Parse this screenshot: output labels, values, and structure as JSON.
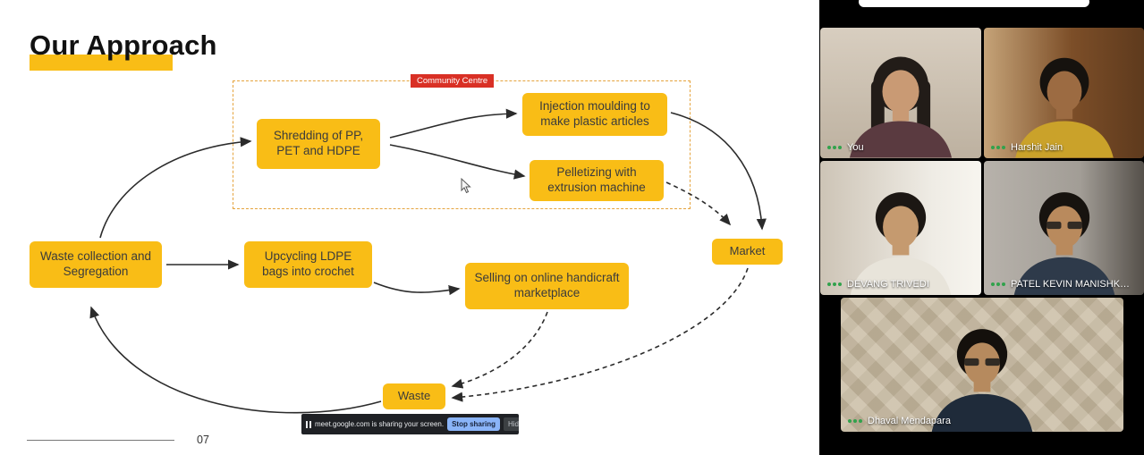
{
  "slide": {
    "title": "Our Approach",
    "page_number": "07",
    "community_label": "Community Centre",
    "nodes": [
      {
        "label": "Waste collection and Segregation"
      },
      {
        "label": "Shredding of PP, PET and HDPE"
      },
      {
        "label": "Injection moulding to make plastic articles"
      },
      {
        "label": "Pelletizing with extrusion machine"
      },
      {
        "label": "Upcycling LDPE bags into crochet"
      },
      {
        "label": "Selling on online handicraft marketplace"
      },
      {
        "label": "Market"
      },
      {
        "label": "Waste"
      }
    ],
    "colors": {
      "node_fill": "#F9BD16",
      "title_highlight": "#F9BD16",
      "community_label_bg": "#D93025",
      "dashed_zone_border": "#E5A33C",
      "arrow": "#2b2b2b"
    }
  },
  "share_banner": {
    "message": "meet.google.com is sharing your screen.",
    "stop_button": "Stop sharing",
    "hide_button": "Hide",
    "stop_button_color": "#8AB4F8"
  },
  "meet": {
    "audio_indicator_color": "#31A24C",
    "participants": [
      {
        "name": "You"
      },
      {
        "name": "Harshit Jain"
      },
      {
        "name": "DEVANG TRIVEDI"
      },
      {
        "name": "PATEL KEVIN MANISHK…"
      },
      {
        "name": "Dhaval Mendapara"
      }
    ]
  }
}
